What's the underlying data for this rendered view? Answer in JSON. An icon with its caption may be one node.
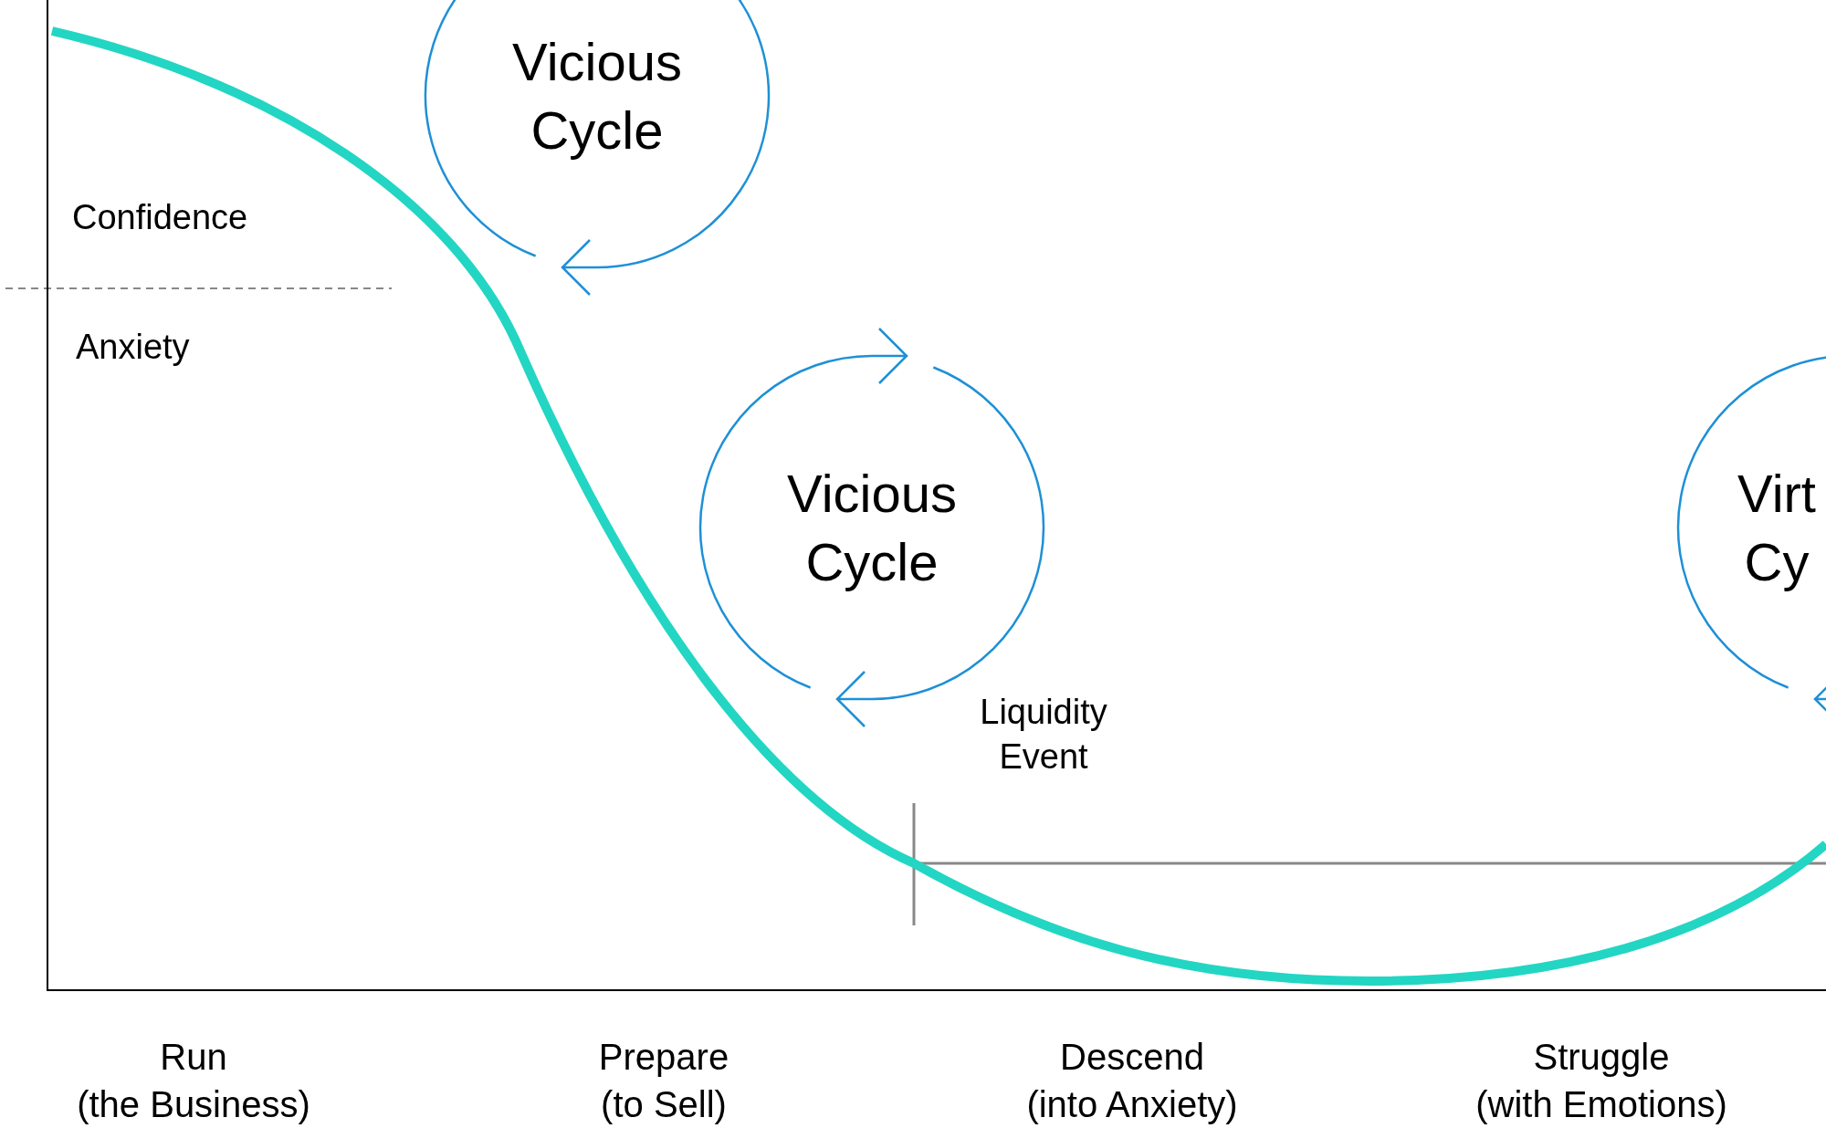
{
  "diagram": {
    "nodes": [
      {
        "text": [
          "Vicious Cycle"
        ]
      },
      {
        "text": [
          "Vicious Cycle"
        ]
      },
      {
        "text": [
          "Virt Cy"
        ]
      }
    ],
    "labels": [
      "Confidence",
      "Anxiety",
      "Liquidity Event",
      "Run (the Business)",
      "Prepare (to Sell)",
      "Descend (into Anxiety)",
      "Struggle (with Emotions)"
    ]
  }
}
